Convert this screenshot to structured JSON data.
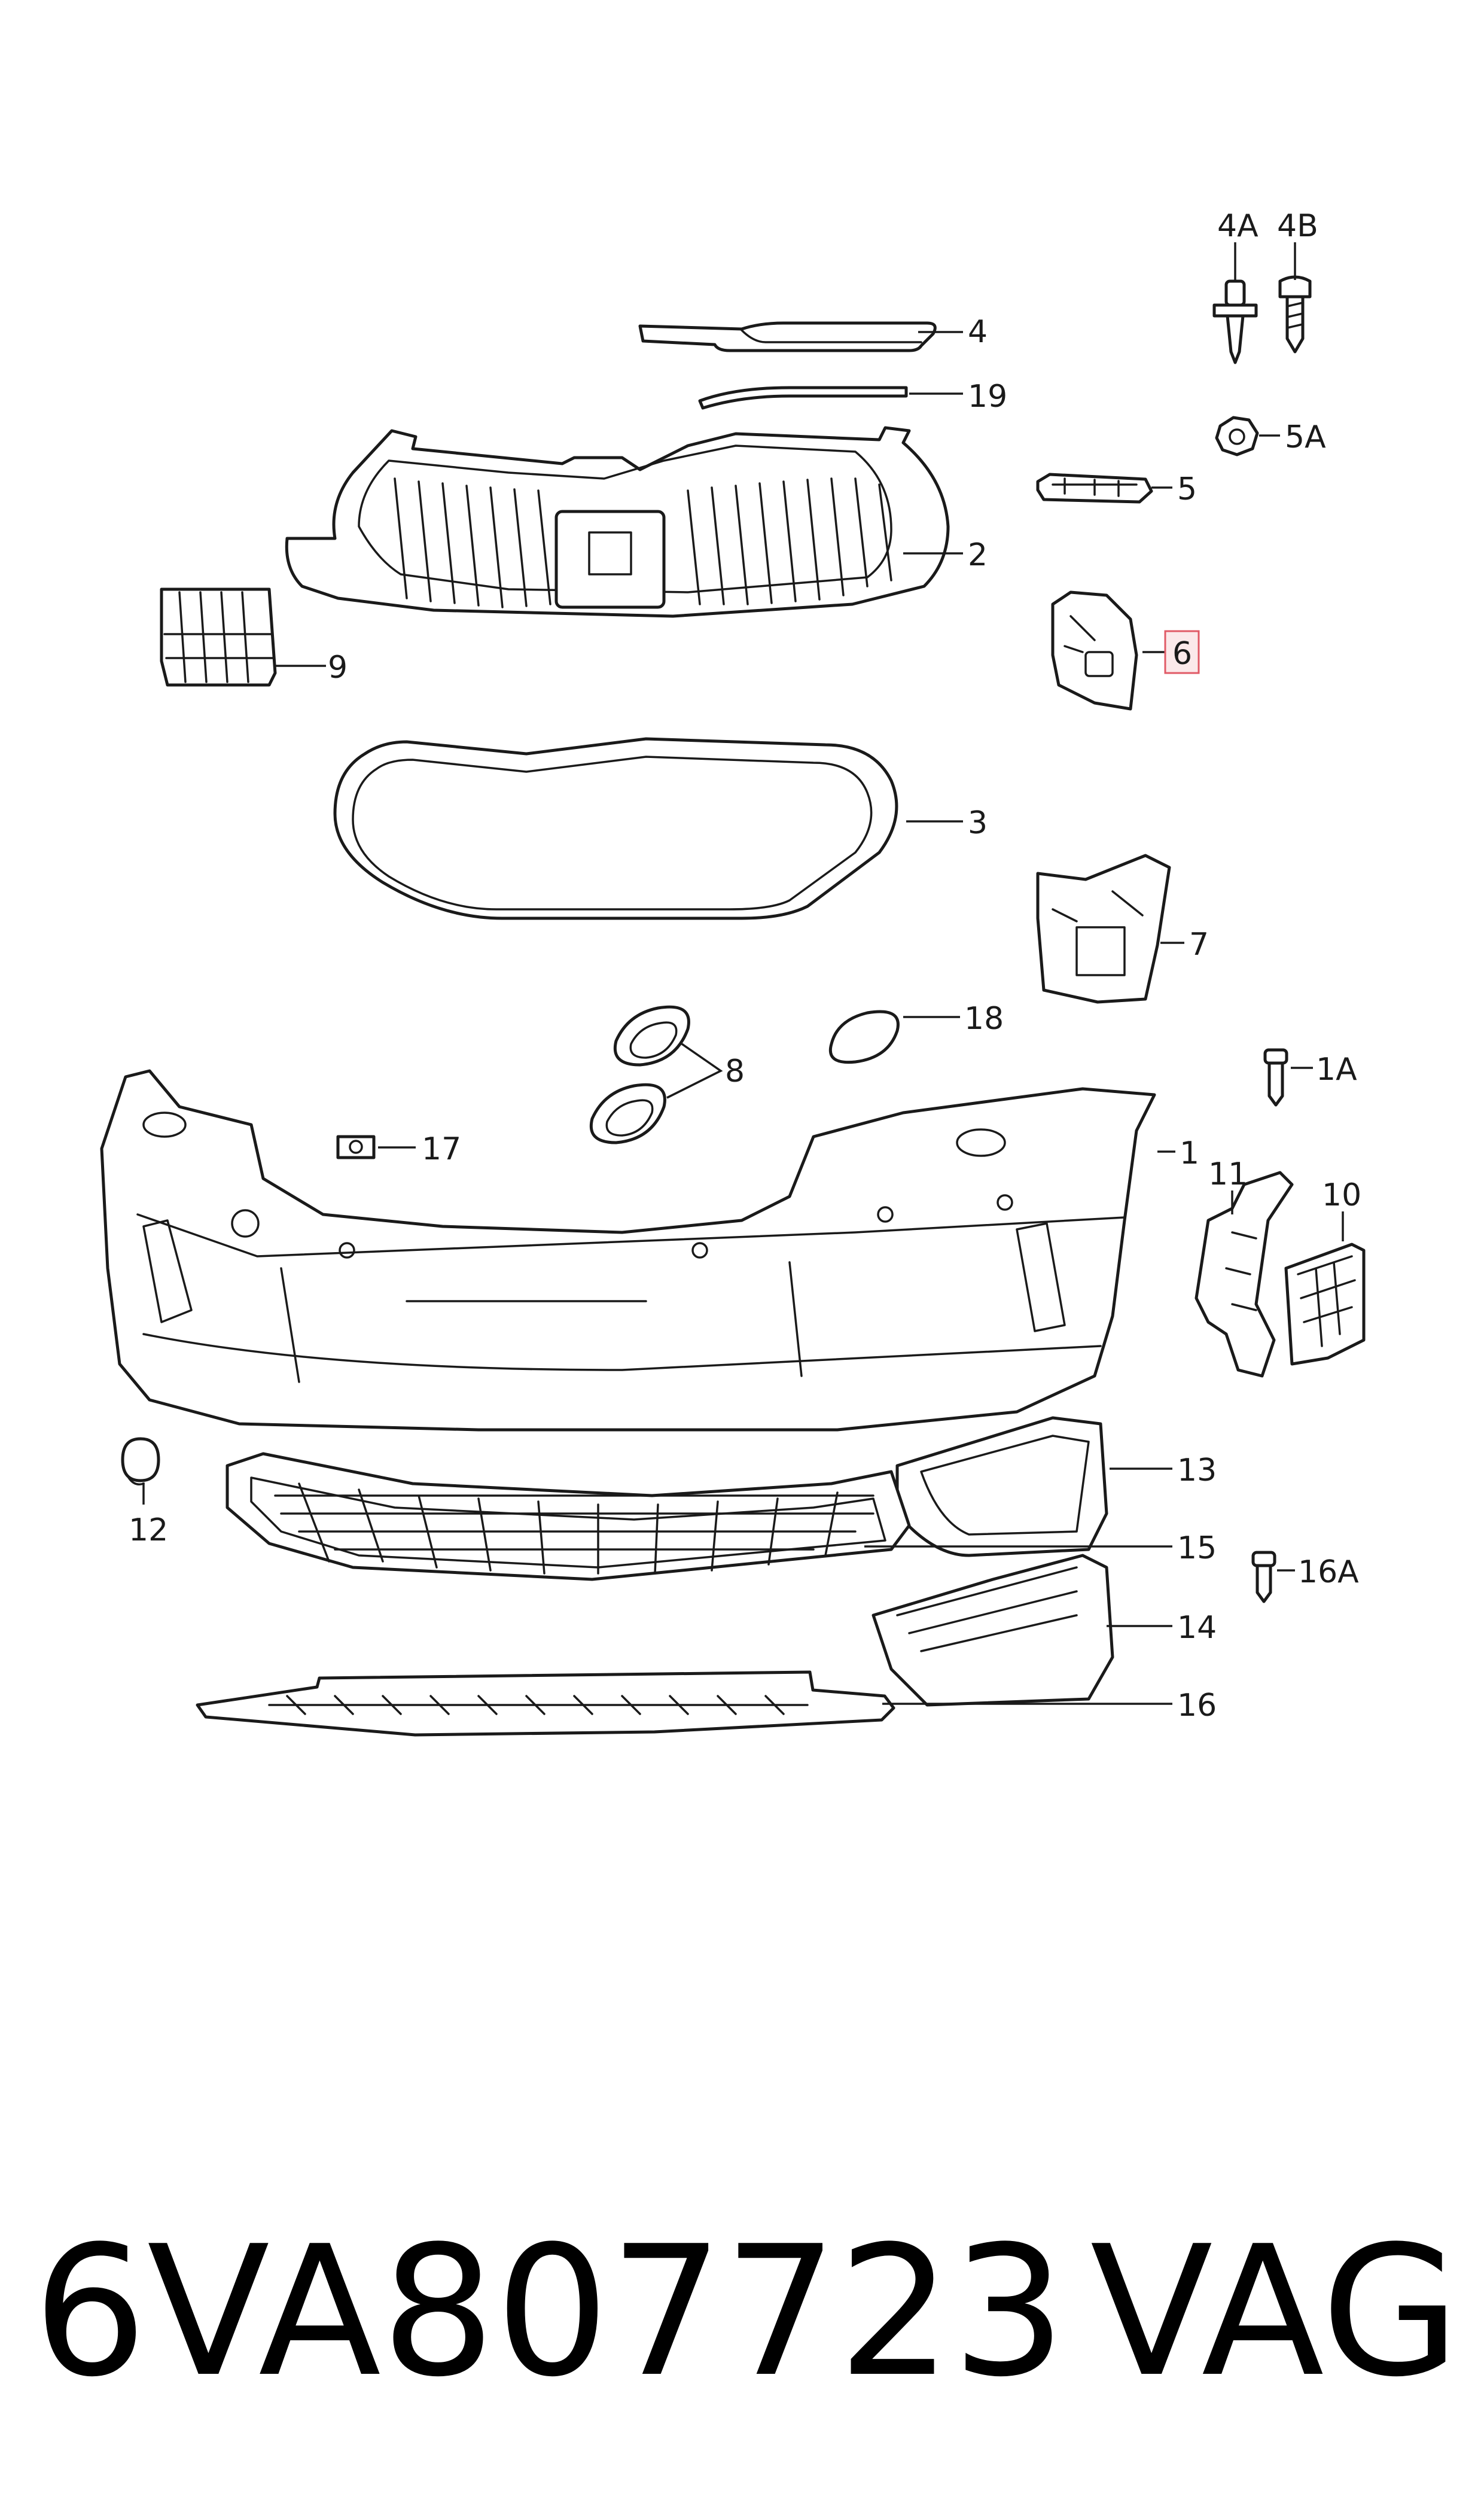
{
  "labels": {
    "p1": "1",
    "p1a": "1A",
    "p2": "2",
    "p3": "3",
    "p4": "4",
    "p4a": "4A",
    "p4b": "4B",
    "p5": "5",
    "p5a": "5A",
    "p6": "6",
    "p7": "7",
    "p8": "8",
    "p9": "9",
    "p10": "10",
    "p11": "11",
    "p12": "12",
    "p13": "13",
    "p14": "14",
    "p15": "15",
    "p16": "16",
    "p16a": "16A",
    "p17": "17",
    "p18": "18",
    "p19": "19"
  },
  "highlighted_label": "6",
  "footer": {
    "part_number": "6VA807723",
    "brand": "VAG"
  },
  "colors": {
    "line": "#1a1a1a",
    "highlight_border": "#e05a66",
    "highlight_fill": "#fbe9ea"
  }
}
